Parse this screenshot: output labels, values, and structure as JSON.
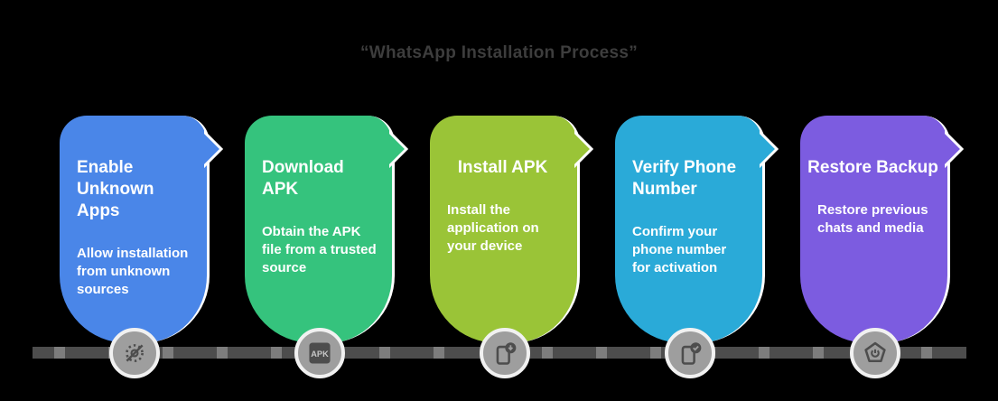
{
  "title": "“WhatsApp Installation Process”",
  "title_color": "#3d3d3d",
  "background_color": "#000000",
  "timeline": {
    "bar_color": "#4d4d4d",
    "dash_color": "#7d7d7d",
    "node_fill": "#9e9e9e",
    "node_ring_color": "#f1f1f1",
    "icon_color": "#4d4d4d"
  },
  "steps": [
    {
      "title": "Enable Unknown Apps",
      "description": "Allow installation from unknown sources",
      "color": "#4a86e8",
      "icon": "eye-off-icon"
    },
    {
      "title": "Download APK",
      "description": "Obtain the APK file from a trusted source",
      "color": "#35c37d",
      "icon": "apk-badge-icon",
      "icon_label": "APK"
    },
    {
      "title": "Install APK",
      "description": "Install the application on your device",
      "color": "#9ac437",
      "icon": "phone-download-icon"
    },
    {
      "title": "Verify Phone Number",
      "description": "Confirm your phone number for activation",
      "color": "#2aaad8",
      "icon": "phone-check-icon"
    },
    {
      "title": "Restore Backup",
      "description": "Restore previous chats and media",
      "color": "#7c5ce0",
      "icon": "shield-restore-icon"
    }
  ]
}
